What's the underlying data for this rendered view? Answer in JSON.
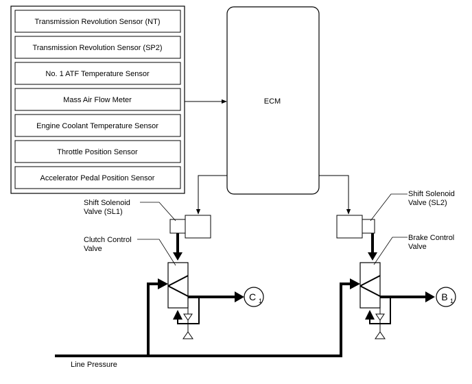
{
  "sensors": [
    "Transmission Revolution Sensor (NT)",
    "Transmission Revolution Sensor (SP2)",
    "No. 1 ATF Temperature Sensor",
    "Mass Air Flow Meter",
    "Engine Coolant Temperature Sensor",
    "Throttle Position Sensor",
    "Accelerator Pedal Position Sensor"
  ],
  "ecm": {
    "label": "ECM"
  },
  "left_branch": {
    "solenoid_label_line1": "Shift Solenoid",
    "solenoid_label_line2": "Valve (SL1)",
    "valve_label_line1": "Clutch Control",
    "valve_label_line2": "Valve",
    "output_letter": "C",
    "output_subscript": "1"
  },
  "right_branch": {
    "solenoid_label_line1": "Shift Solenoid",
    "solenoid_label_line2": "Valve (SL2)",
    "valve_label_line1": "Brake Control",
    "valve_label_line2": "Valve",
    "output_letter": "B",
    "output_subscript": "1"
  },
  "line_pressure_label": "Line Pressure"
}
